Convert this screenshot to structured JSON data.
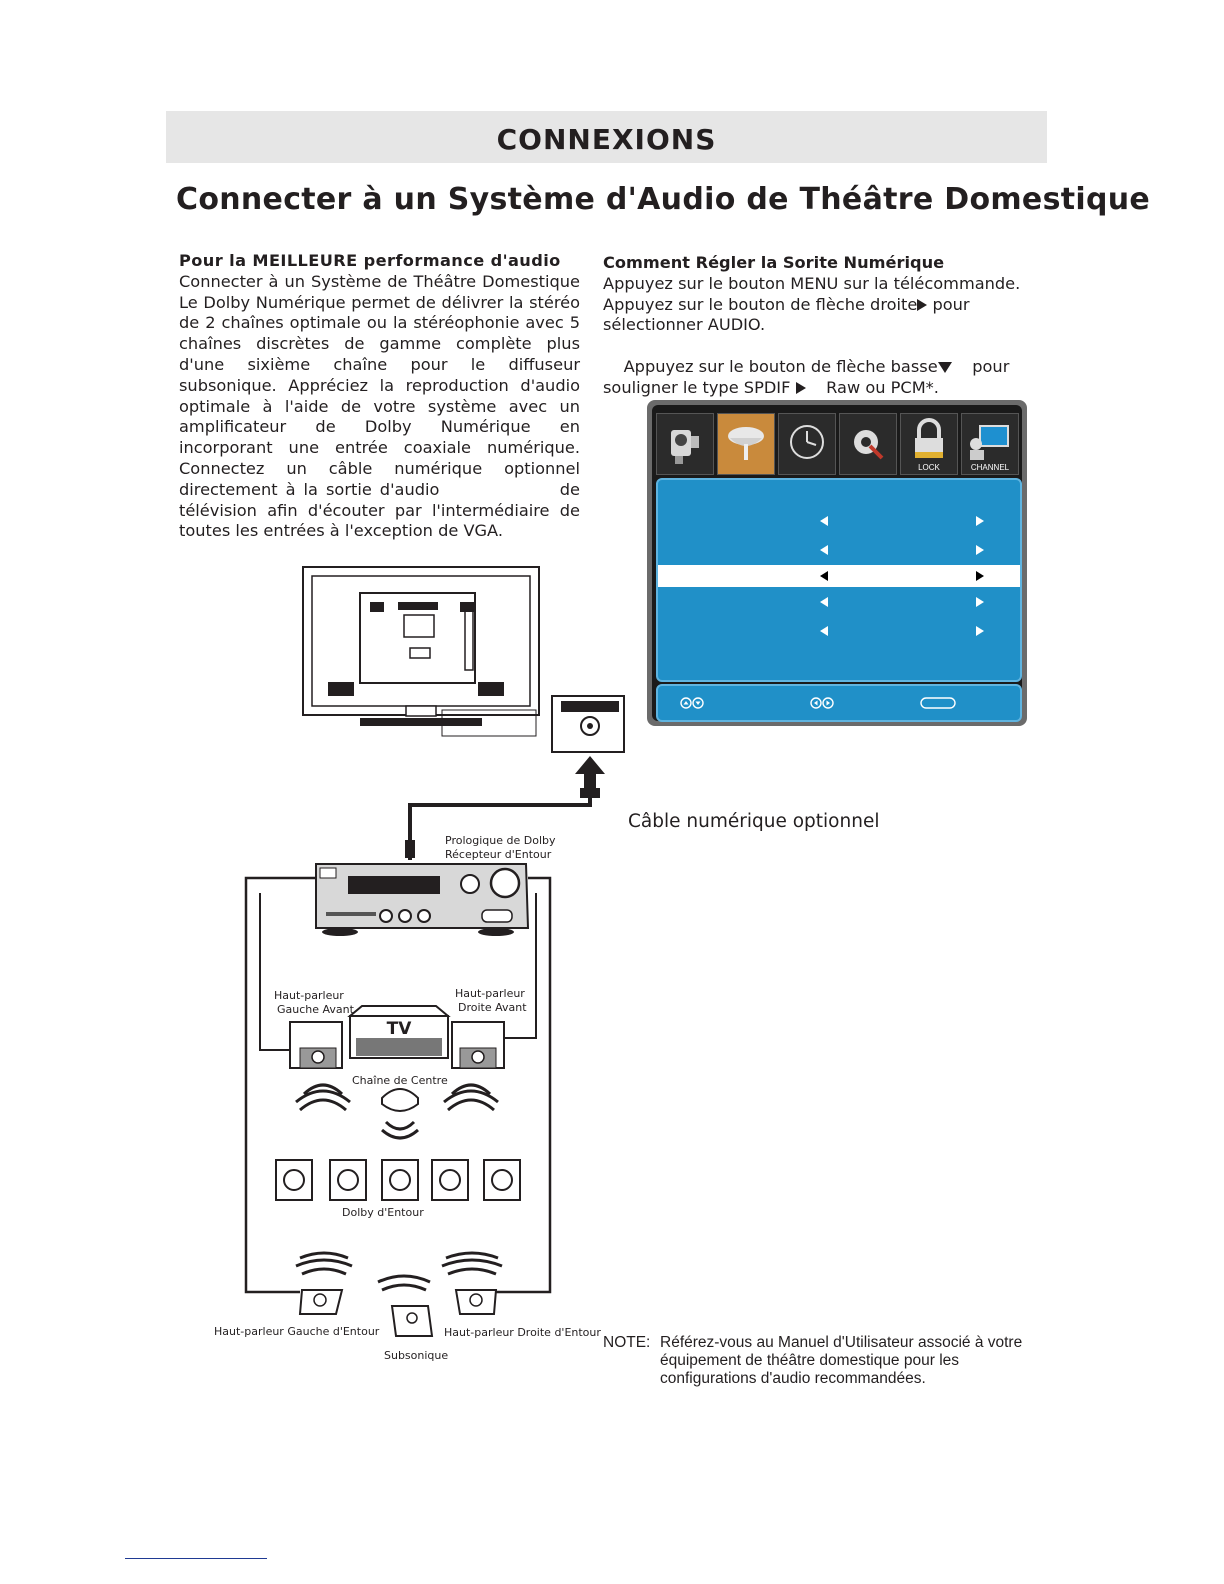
{
  "header": {
    "title": "CONNEXIONS"
  },
  "page_title": "Connecter à un Système d'Audio de Théâtre Domestique",
  "left_column": {
    "heading": "Pour la MEILLEURE performance d'audio",
    "body": "Connecter à un Système de Théâtre Domestique Le Dolby Numérique permet de délivrer la stéréo de 2 chaînes optimale ou la stéréophonie avec 5 chaînes discrètes de gamme complète plus d'une sixième chaîne pour le diffuseur subsonique. Appréciez la reproduction d'audio optimale à l'aide de votre système avec un amplificateur de Dolby Numérique en incorporant une entrée coaxiale numérique. Connectez un câble numérique optionnel directement à la sortie d'audio               de télévision afin d'écouter par l'intermédiaire de toutes les entrées à l'exception de VGA."
  },
  "right_column": {
    "heading": "Comment Régler la Sorite Numérique",
    "line1": "Appuyez sur le bouton MENU sur la télécommande.",
    "line2a": "Appuyez sur le bouton de flèche droite",
    "line2b": " pour sélectionner AUDIO.",
    "line3a": "Appuyez sur le bouton de flèche basse",
    "line3b": "    pour souligner le type SPDIF",
    "line3c": "    Raw ou PCM*."
  },
  "osd_menu": {
    "tabs": [
      {
        "icon": "camera-icon",
        "label": ""
      },
      {
        "icon": "audio-icon",
        "label": ""
      },
      {
        "icon": "clock-icon",
        "label": ""
      },
      {
        "icon": "settings-icon",
        "label": ""
      },
      {
        "icon": "lock-icon",
        "label": "LOCK"
      },
      {
        "icon": "channel-icon",
        "label": "CHANNEL"
      }
    ],
    "active_tab": 1,
    "selected_row": 2,
    "footer_icons": [
      "up-down-icon",
      "left-right-icon",
      "button-icon"
    ]
  },
  "diagram": {
    "receiver_label_1": "Prologique de Dolby",
    "receiver_label_2": "Récepteur d'Entour",
    "front_left_1": "Haut-parleur",
    "front_left_2": "Gauche Avant",
    "front_right_1": "Haut-parleur",
    "front_right_2": "Droite Avant",
    "tv_text": "TV",
    "center": "Chaîne de Centre",
    "surround": "Dolby d'Entour",
    "rear_left": "Haut-parleur Gauche d'Entour",
    "rear_right": "Haut-parleur Droite d'Entour",
    "subwoofer": "Subsonique",
    "cable": "Câble numérique optionnel"
  },
  "note": {
    "key": "NOTE:",
    "body": "Référez-vous au Manuel d'Utilisateur associé à votre équipement de théâtre domestique pour les configurations d'audio recommandées."
  }
}
